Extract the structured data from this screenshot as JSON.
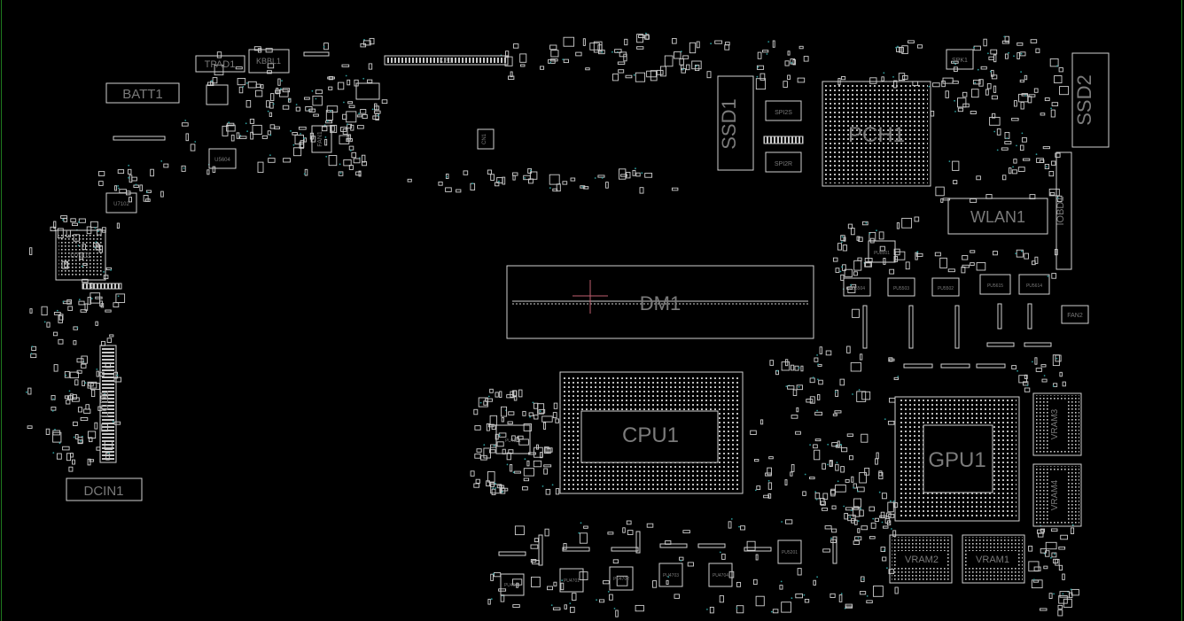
{
  "board": {
    "background": "#000000",
    "outline_color": "#d0d0d0",
    "label_color": "#7a7a7a",
    "edge_color": "#1f7a1f",
    "via_color": "#2a9a9a",
    "crosshair_color": "#c06070"
  },
  "components": {
    "batt1": "BATT1",
    "tpad1": "TPAD1",
    "kbbl1": "KBBL1",
    "kb1": "KB1",
    "fan1": "FAN1",
    "cn1": "CN1",
    "ssd1": "SSD1",
    "spi2s": "SPI2S",
    "spi2r": "SPI2R",
    "pch1": "PCH1",
    "spk1": "SPK1",
    "ssd2": "SSD2",
    "wlan1": "WLAN1",
    "iobd1": "IOBD1",
    "dm1": "DM1",
    "fan2": "FAN2",
    "u7101": "U7101",
    "u7102": "U7102",
    "u5604": "U5604",
    "lcd1": "LCD1",
    "dcin1": "DCIN1",
    "cpu1": "CPU1",
    "gpu1": "GPU1",
    "vram1": "VRAM1",
    "vram2": "VRAM2",
    "vram3": "VRAM3",
    "vram4": "VRAM4",
    "pu8501": "PU8501",
    "pu5504": "PU5504",
    "pu5503": "PU5503",
    "pu5502": "PU5502",
    "pu5615": "PU5615",
    "pu5614": "PU5614",
    "pu4801": "PU4801",
    "pu4601": "PU4601",
    "pu4701": "PU4701",
    "pu4702": "PU4702",
    "pu4703": "PU4703",
    "pu4704": "PU4704",
    "pu5201": "PU5201"
  }
}
